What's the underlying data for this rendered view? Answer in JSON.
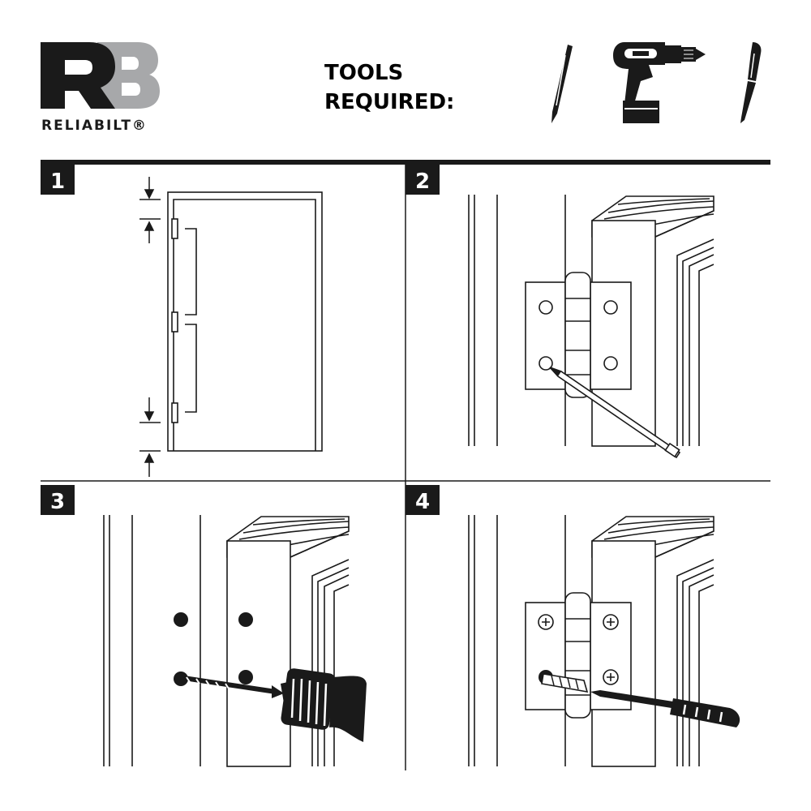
{
  "logo": {
    "letter_r": "R",
    "letter_b": "B",
    "wordmark": "RELIABILT®",
    "colors": {
      "r": "#1a1a1a",
      "b": "#a7a8aa"
    }
  },
  "tools": {
    "heading_line1": "TOOLS",
    "heading_line2": "REQUIRED:",
    "items": [
      "pencil-icon",
      "drill-icon",
      "screwdriver-icon"
    ]
  },
  "steps": [
    {
      "number": "1"
    },
    {
      "number": "2"
    },
    {
      "number": "3"
    },
    {
      "number": "4"
    }
  ]
}
